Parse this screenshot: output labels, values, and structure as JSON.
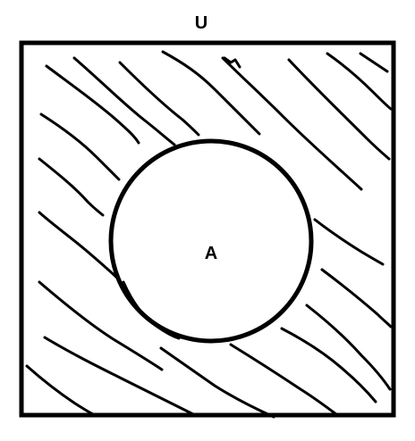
{
  "diagram": {
    "universe_label": "U",
    "set_label": "A",
    "shaded_region": "complement of A",
    "colors": {
      "stroke": "#000000",
      "background": "#ffffff"
    }
  }
}
